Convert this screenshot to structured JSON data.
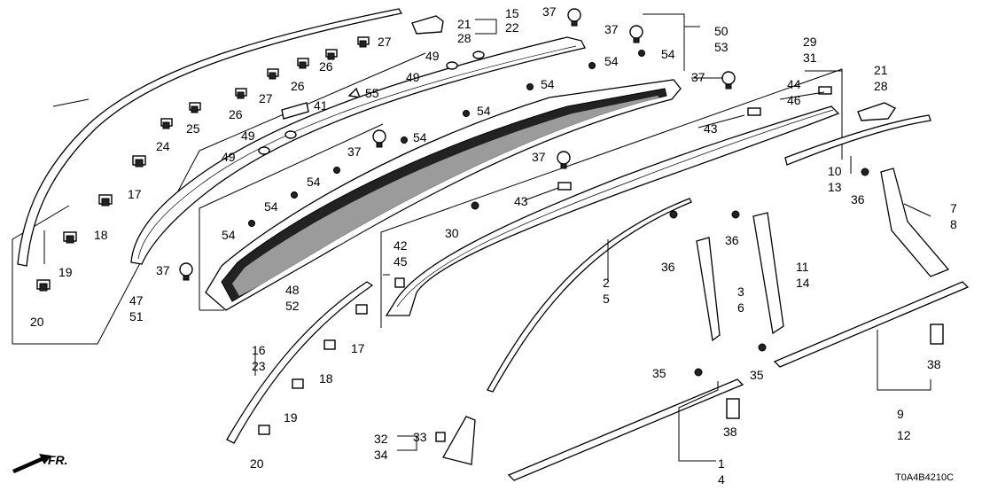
{
  "diagram_code": "T0A4B4210C",
  "front_marker": "FR.",
  "callouts": [
    {
      "id": "c15-22",
      "a": "15",
      "b": "22"
    },
    {
      "id": "c21-28-top",
      "a": "21",
      "b": "28"
    },
    {
      "id": "c37-a",
      "a": "37"
    },
    {
      "id": "c37-b",
      "a": "37"
    },
    {
      "id": "c50-53",
      "a": "50",
      "b": "53"
    },
    {
      "id": "c27-a",
      "a": "27"
    },
    {
      "id": "c49-a",
      "a": "49"
    },
    {
      "id": "c49-b",
      "a": "49"
    },
    {
      "id": "c54-a",
      "a": "54"
    },
    {
      "id": "c54-b",
      "a": "54"
    },
    {
      "id": "c37-c",
      "a": "37"
    },
    {
      "id": "c29-31",
      "a": "29",
      "b": "31"
    },
    {
      "id": "c21-28-r",
      "a": "21",
      "b": "28"
    },
    {
      "id": "c44-46",
      "a": "44",
      "b": "46"
    },
    {
      "id": "c26-a",
      "a": "26"
    },
    {
      "id": "c26-b",
      "a": "26"
    },
    {
      "id": "c27-b",
      "a": "27"
    },
    {
      "id": "c55",
      "a": "55"
    },
    {
      "id": "c54-c",
      "a": "54"
    },
    {
      "id": "c41",
      "a": "41"
    },
    {
      "id": "c26-c",
      "a": "26"
    },
    {
      "id": "c25",
      "a": "25"
    },
    {
      "id": "c24",
      "a": "24"
    },
    {
      "id": "c54-d",
      "a": "54"
    },
    {
      "id": "c43-a",
      "a": "43"
    },
    {
      "id": "c49-c",
      "a": "49"
    },
    {
      "id": "c37-d",
      "a": "37"
    },
    {
      "id": "c54-e",
      "a": "54"
    },
    {
      "id": "c49-d",
      "a": "49"
    },
    {
      "id": "c17-a",
      "a": "17"
    },
    {
      "id": "c37-e",
      "a": "37"
    },
    {
      "id": "c10-13",
      "a": "10",
      "b": "13"
    },
    {
      "id": "c54-f",
      "a": "54"
    },
    {
      "id": "c36-a",
      "a": "36"
    },
    {
      "id": "c43-b",
      "a": "43"
    },
    {
      "id": "c7-8",
      "a": "7",
      "b": "8"
    },
    {
      "id": "c54-g",
      "a": "54"
    },
    {
      "id": "c54-h",
      "a": "54"
    },
    {
      "id": "c18-a",
      "a": "18"
    },
    {
      "id": "c30",
      "a": "30"
    },
    {
      "id": "c36-b",
      "a": "36"
    },
    {
      "id": "c42-45",
      "a": "42",
      "b": "45"
    },
    {
      "id": "c19-a",
      "a": "19"
    },
    {
      "id": "c36-c",
      "a": "36"
    },
    {
      "id": "c11-14",
      "a": "11",
      "b": "14"
    },
    {
      "id": "c37-f",
      "a": "37"
    },
    {
      "id": "c2-5",
      "a": "2",
      "b": "5"
    },
    {
      "id": "c47-51",
      "a": "47",
      "b": "51"
    },
    {
      "id": "c48-52",
      "a": "48",
      "b": "52"
    },
    {
      "id": "c3-6",
      "a": "3",
      "b": "6"
    },
    {
      "id": "c20-a",
      "a": "20"
    },
    {
      "id": "c17-b",
      "a": "17"
    },
    {
      "id": "c16-23",
      "a": "16",
      "b": "23"
    },
    {
      "id": "c18-b",
      "a": "18"
    },
    {
      "id": "c38-a",
      "a": "38"
    },
    {
      "id": "c35-a",
      "a": "35"
    },
    {
      "id": "c35-b",
      "a": "35"
    },
    {
      "id": "c19-b",
      "a": "19"
    },
    {
      "id": "c9-12",
      "a": "9",
      "b": "12"
    },
    {
      "id": "c38-b",
      "a": "38"
    },
    {
      "id": "c32-34",
      "a": "32",
      "b": "34"
    },
    {
      "id": "c33",
      "a": "33"
    },
    {
      "id": "c20-b",
      "a": "20"
    },
    {
      "id": "c1-4",
      "a": "1",
      "b": "4"
    }
  ]
}
